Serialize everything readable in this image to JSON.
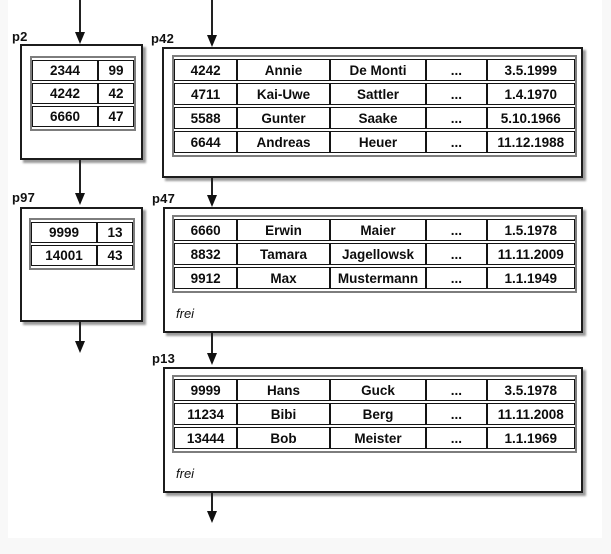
{
  "index_pages": [
    {
      "label": "p2",
      "rows": [
        [
          "2344",
          "99"
        ],
        [
          "4242",
          "42"
        ],
        [
          "6660",
          "47"
        ]
      ]
    },
    {
      "label": "p97",
      "rows": [
        [
          "9999",
          "13"
        ],
        [
          "14001",
          "43"
        ]
      ]
    }
  ],
  "data_pages": [
    {
      "label": "p42",
      "rows": [
        [
          "4242",
          "Annie",
          "De Monti",
          "...",
          "3.5.1999"
        ],
        [
          "4711",
          "Kai-Uwe",
          "Sattler",
          "...",
          "1.4.1970"
        ],
        [
          "5588",
          "Gunter",
          "Saake",
          "...",
          "5.10.1966"
        ],
        [
          "6644",
          "Andreas",
          "Heuer",
          "...",
          "11.12.1988"
        ]
      ],
      "free_label": ""
    },
    {
      "label": "p47",
      "rows": [
        [
          "6660",
          "Erwin",
          "Maier",
          "...",
          "1.5.1978"
        ],
        [
          "8832",
          "Tamara",
          "Jagellowsk",
          "...",
          "11.11.2009"
        ],
        [
          "9912",
          "Max",
          "Mustermann",
          "...",
          "1.1.1949"
        ]
      ],
      "free_label": "frei"
    },
    {
      "label": "p13",
      "rows": [
        [
          "9999",
          "Hans",
          "Guck",
          "...",
          "3.5.1978"
        ],
        [
          "11234",
          "Bibi",
          "Berg",
          "...",
          "11.11.2008"
        ],
        [
          "13444",
          "Bob",
          "Meister",
          "...",
          "1.1.1969"
        ]
      ],
      "free_label": "frei"
    }
  ],
  "arrows": [
    {
      "name": "arrow-into-p2"
    },
    {
      "name": "arrow-p2-to-p97"
    },
    {
      "name": "arrow-out-of-p97"
    },
    {
      "name": "arrow-into-p42"
    },
    {
      "name": "arrow-p42-to-p47"
    },
    {
      "name": "arrow-p47-to-p13"
    },
    {
      "name": "arrow-out-of-p13"
    }
  ],
  "colors": {
    "line": "#1c1c1c",
    "table_frame": "#7d7d7d",
    "box_shadow": "#9a9a9a",
    "background": "#ffffff",
    "margin": "#f8f8f8"
  }
}
